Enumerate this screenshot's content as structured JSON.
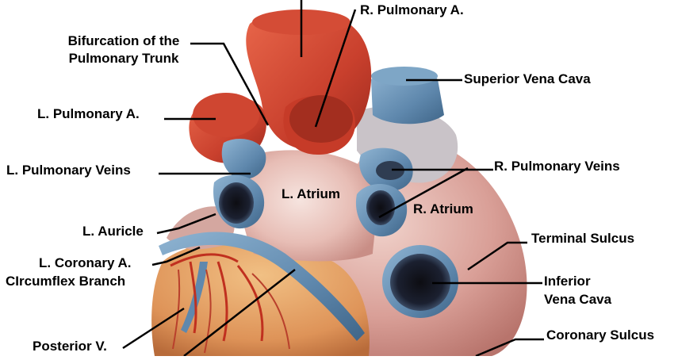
{
  "labels": {
    "r_pulmonary_a": "R. Pulmonary A.",
    "bifurcation_line1": "Bifurcation of the",
    "bifurcation_line2": "Pulmonary Trunk",
    "superior_vena_cava": "Superior Vena Cava",
    "l_pulmonary_a": "L. Pulmonary A.",
    "l_pulmonary_veins": "L. Pulmonary Veins",
    "r_pulmonary_veins": "R. Pulmonary Veins",
    "l_atrium": "L. Atrium",
    "r_atrium": "R. Atrium",
    "l_auricle": "L. Auricle",
    "terminal_sulcus": "Terminal Sulcus",
    "l_coronary_a_line1": "L. Coronary A.",
    "l_coronary_a_line2": "CIrcumflex Branch",
    "inferior_vena_cava_line1": "Inferior",
    "inferior_vena_cava_line2": "Vena Cava",
    "posterior_v": "Posterior V.",
    "coronary_sulcus": "Coronary Sulcus"
  },
  "colors": {
    "background": "#ffffff",
    "artery_red": "#d9503a",
    "vein_blue": "#6f97b8",
    "atrium_pink": "#ecc9c3",
    "ventricle_orange": "#e8a46a",
    "leader_line": "#000000"
  }
}
